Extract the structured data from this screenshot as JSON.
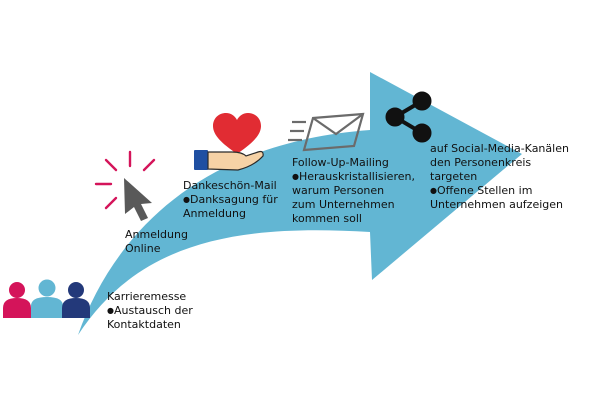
{
  "colors": {
    "arrow": "#62b6d3",
    "heart": "#e12c33",
    "click": "#d4145a",
    "cursor": "#595959",
    "hand_skin": "#f6d2a6",
    "cuff": "#1f4fa2",
    "envelope": "#6b6b6b",
    "share": "#111111",
    "person_pink": "#d4145a",
    "person_light": "#62b6d3",
    "person_navy": "#23397a"
  },
  "icons": [
    "people-icon",
    "click-cursor-icon",
    "heart-hand-icon",
    "envelope-icon",
    "share-icon"
  ],
  "steps": [
    {
      "title": [
        "Karrieremesse"
      ],
      "bullets": [
        [
          "Austausch der",
          "Kontaktdaten"
        ]
      ]
    },
    {
      "title": [
        "Anmeldung",
        "Online"
      ],
      "bullets": []
    },
    {
      "title": [
        "Dankeschön-Mail"
      ],
      "bullets": [
        [
          "Danksagung für",
          "Anmeldung"
        ]
      ]
    },
    {
      "title": [
        "Follow-Up-Mailing"
      ],
      "bullets": [
        [
          "Herauskristallisieren,",
          "warum Personen",
          "zum Unternehmen",
          "kommen soll"
        ]
      ]
    },
    {
      "title": [
        "auf Social-Media-Kanälen",
        "den Personenkreis",
        "targeten"
      ],
      "bullets": [
        [
          "Offene Stellen im",
          "Unternehmen aufzeigen"
        ]
      ]
    }
  ]
}
